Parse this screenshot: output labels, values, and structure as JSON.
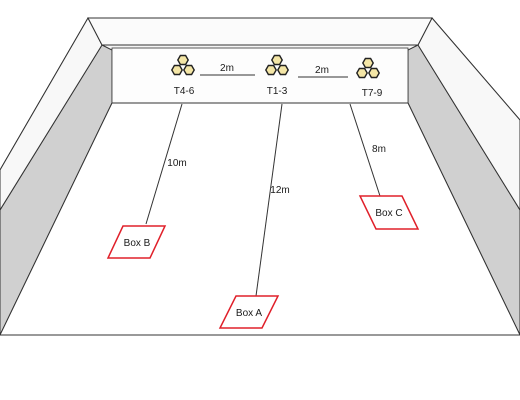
{
  "tire_groups": [
    {
      "label": "T4-6"
    },
    {
      "label": "T1-3"
    },
    {
      "label": "T7-9"
    }
  ],
  "spacings": [
    {
      "label": "2m"
    },
    {
      "label": "2m"
    }
  ],
  "boxes": [
    {
      "label": "Box B",
      "distance": "10m"
    },
    {
      "label": "Box A",
      "distance": "12m"
    },
    {
      "label": "Box C",
      "distance": "8m"
    }
  ],
  "colors": {
    "box_outline": "#e0202a",
    "tire_fill": "#f4e6a6",
    "wall_shade": "#d0d0d0",
    "wall_light": "#f5f5f5",
    "outline": "#333333"
  }
}
